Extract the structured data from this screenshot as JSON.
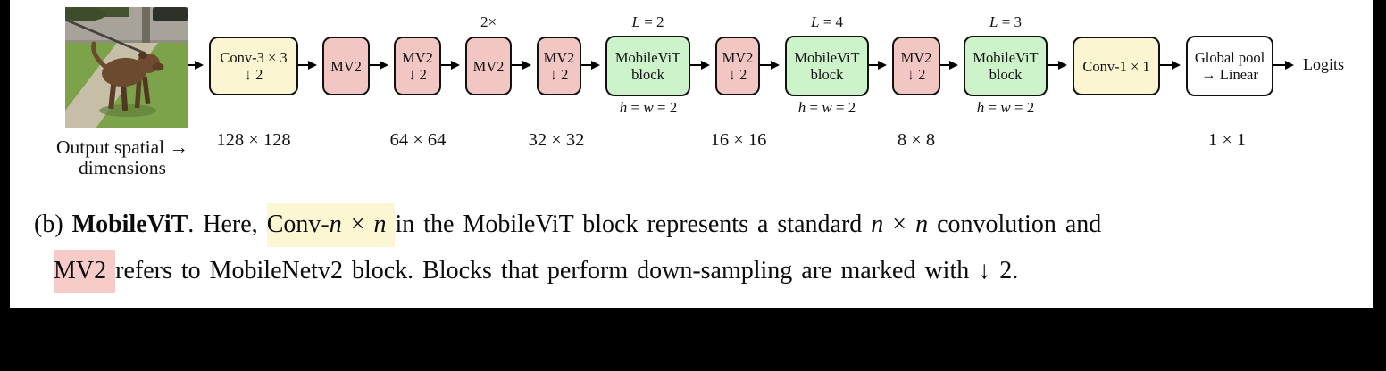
{
  "colors": {
    "outer_background": "#000000",
    "page_background": "#ffffff",
    "box_border": "#111111",
    "box_yellow": "#fbf6d1",
    "box_pink": "#f2c6c3",
    "box_green": "#cdf3cb",
    "box_white": "#ffffff",
    "caption_highlight_yellow": "#fcf7d3",
    "caption_highlight_pink": "#f6cbc8"
  },
  "diagram": {
    "output_label": {
      "line1": "Output spatial →",
      "line2": "dimensions"
    },
    "logits_label": "Logits",
    "blocks": [
      {
        "fill": "yellow",
        "lines": [
          "Conv-3 × 3",
          "↓ 2"
        ]
      },
      {
        "fill": "pink",
        "lines": [
          "MV2"
        ]
      },
      {
        "fill": "pink",
        "lines": [
          "MV2",
          "↓ 2"
        ]
      },
      {
        "fill": "pink",
        "lines": [
          "MV2"
        ],
        "above": [
          {
            "t": "2×"
          }
        ]
      },
      {
        "fill": "pink",
        "lines": [
          "MV2",
          "↓ 2"
        ]
      },
      {
        "fill": "green",
        "lines": [
          "MobileViT",
          "block"
        ],
        "above": [
          {
            "t": "L",
            "i": 1
          },
          {
            "t": " = 2"
          }
        ],
        "below": [
          {
            "t": "h",
            "i": 1
          },
          {
            "t": " = "
          },
          {
            "t": "w",
            "i": 1
          },
          {
            "t": " = 2"
          }
        ]
      },
      {
        "fill": "pink",
        "lines": [
          "MV2",
          "↓ 2"
        ]
      },
      {
        "fill": "green",
        "lines": [
          "MobileViT",
          "block"
        ],
        "above": [
          {
            "t": "L",
            "i": 1
          },
          {
            "t": " = 4"
          }
        ],
        "below": [
          {
            "t": "h",
            "i": 1
          },
          {
            "t": " = "
          },
          {
            "t": "w",
            "i": 1
          },
          {
            "t": " = 2"
          }
        ]
      },
      {
        "fill": "pink",
        "lines": [
          "MV2",
          "↓ 2"
        ]
      },
      {
        "fill": "green",
        "lines": [
          "MobileViT",
          "block"
        ],
        "above": [
          {
            "t": "L",
            "i": 1
          },
          {
            "t": " = 3"
          }
        ],
        "below": [
          {
            "t": "h",
            "i": 1
          },
          {
            "t": " = "
          },
          {
            "t": "w",
            "i": 1
          },
          {
            "t": " = 2"
          }
        ]
      },
      {
        "fill": "yellow",
        "lines": [
          "Conv-1 × 1"
        ]
      },
      {
        "fill": "white",
        "lines": [
          "Global pool",
          "→ Linear"
        ]
      }
    ],
    "dims": [
      "128 × 128",
      "64 × 64",
      "32 × 32",
      "16 × 16",
      "8 × 8",
      "1 × 1"
    ]
  },
  "caption": {
    "line1": [
      {
        "t": "(b) "
      },
      {
        "t": "MobileViT",
        "b": 1
      },
      {
        "t": ". Here,  "
      },
      {
        "t": " Conv-",
        "hl": "yellow"
      },
      {
        "t": "n",
        "hl": "yellow",
        "i": 1
      },
      {
        "t": " × ",
        "hl": "yellow"
      },
      {
        "t": "n",
        "hl": "yellow",
        "i": 1
      },
      {
        "t": " ",
        "hl": "yellow"
      },
      {
        "t": "  in the MobileViT block represents a standard "
      },
      {
        "t": "n",
        "i": 1
      },
      {
        "t": " × "
      },
      {
        "t": "n",
        "i": 1
      },
      {
        "t": " convolution and"
      }
    ],
    "line2": [
      {
        "t": " MV2 ",
        "hl": "pink"
      },
      {
        "t": "  refers to MobileNetv2 block. Blocks that perform down-sampling are marked with ↓ 2."
      }
    ]
  }
}
